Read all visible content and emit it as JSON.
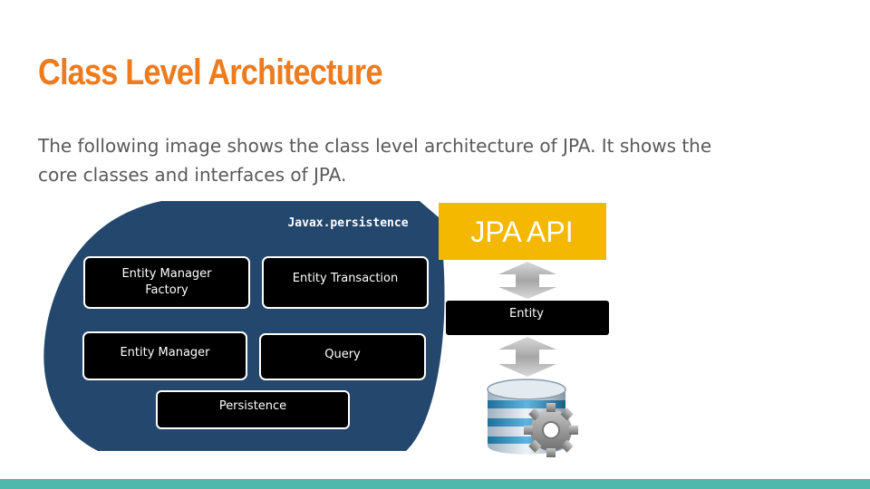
{
  "slide": {
    "title": "Class Level Architecture",
    "description_lines": [
      "The following image shows the class level architecture of JPA. It shows the",
      "core classes and interfaces of JPA."
    ]
  },
  "diagram": {
    "package_label": "Javax.persistence",
    "classes": [
      {
        "name": "entity-manager-factory",
        "lines": [
          "Entity Manager",
          "Factory"
        ]
      },
      {
        "name": "entity-transaction",
        "lines": [
          "Entity Transaction"
        ]
      },
      {
        "name": "entity-manager",
        "lines": [
          "Entity Manager"
        ]
      },
      {
        "name": "query",
        "lines": [
          "Query"
        ]
      },
      {
        "name": "persistence",
        "lines": [
          "Persistence"
        ]
      }
    ],
    "api_label": "JPA API",
    "entity_label": "Entity",
    "icons": [
      "database-gear-icon",
      "double-arrow-icon"
    ]
  },
  "colors": {
    "title": "#ee7b1e",
    "text": "#595959",
    "package_blue": "#24476e",
    "api_yellow": "#f5b800",
    "box_black": "#000000",
    "bar_teal": "#4fb8ad"
  }
}
